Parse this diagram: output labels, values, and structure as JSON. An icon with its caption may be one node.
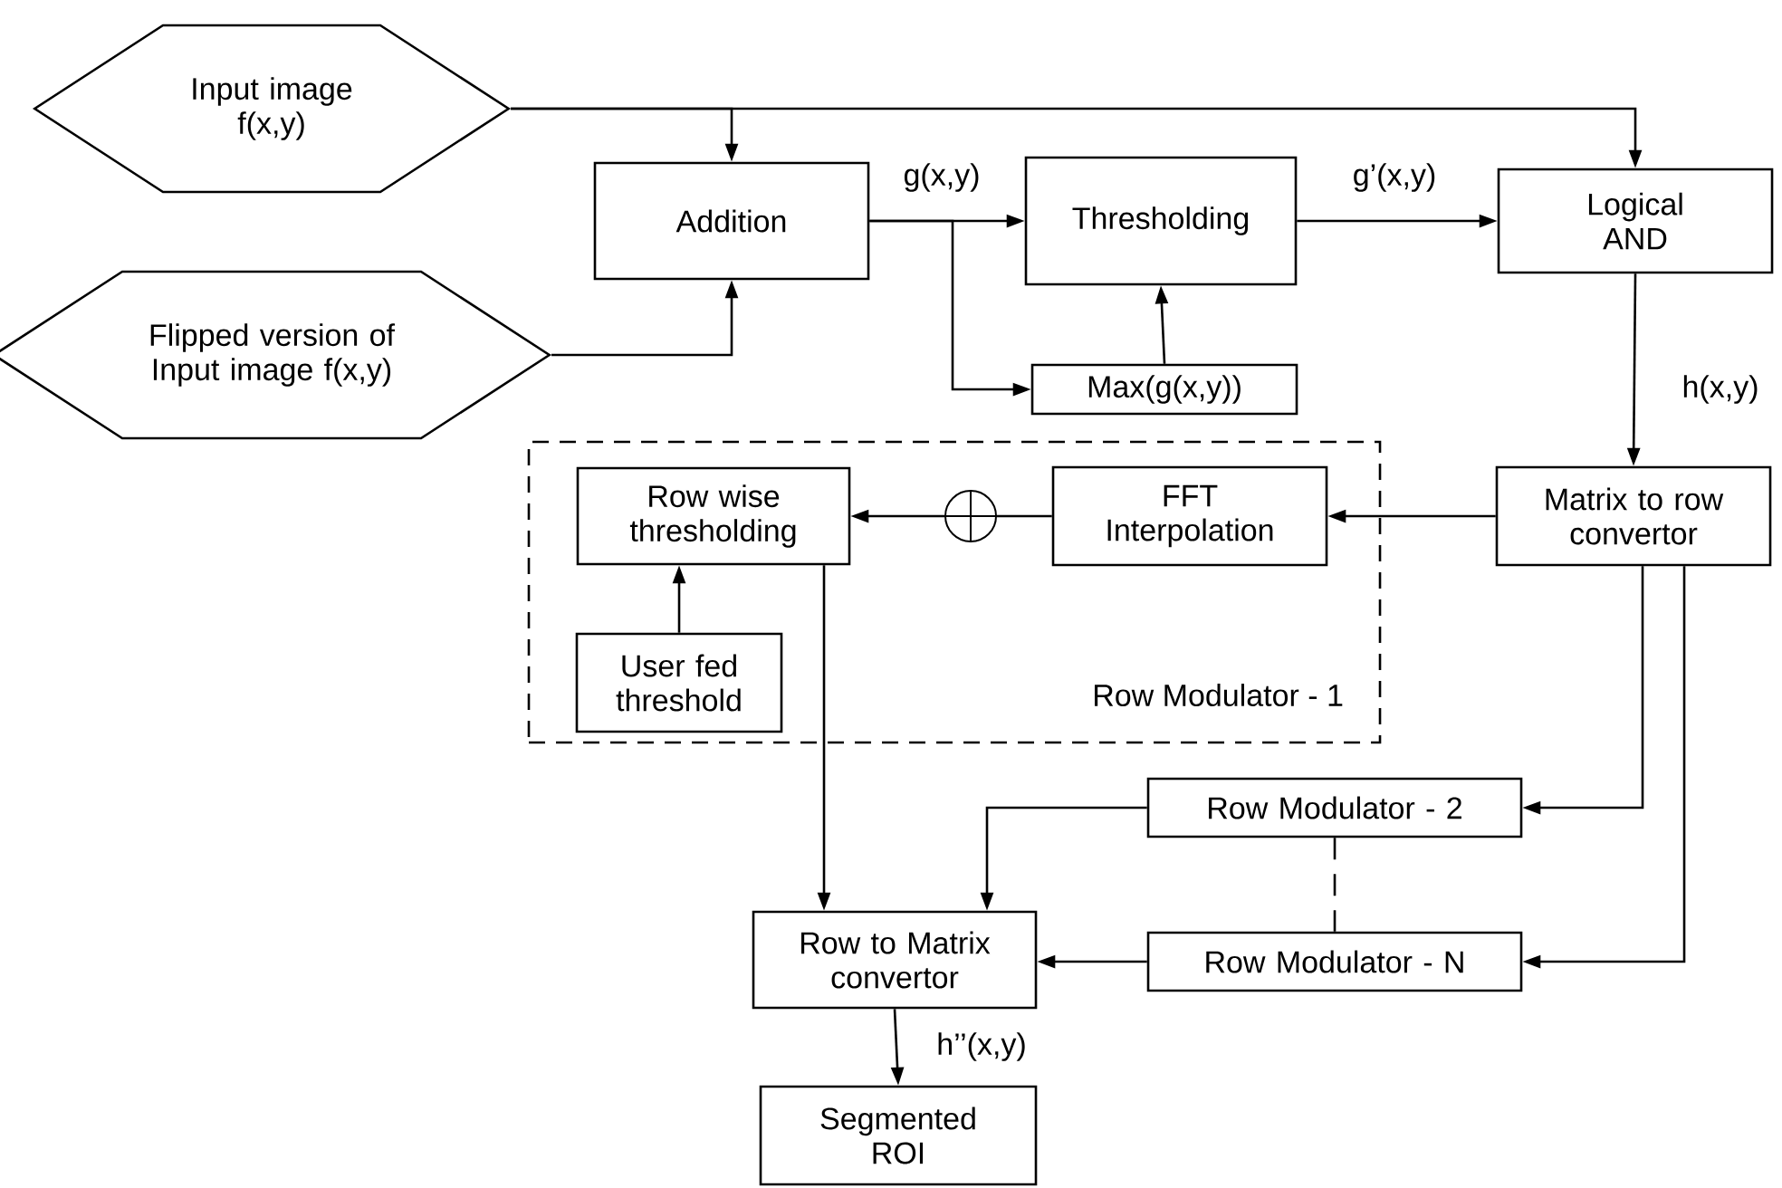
{
  "diagram": {
    "nodes": [
      {
        "text": [
          "Input image f(x,y)"
        ]
      },
      {
        "text": [
          "Flipped version of Input image f(x,y)"
        ]
      },
      {
        "text": [
          "Addition"
        ]
      },
      {
        "text": [
          "Thresholding"
        ]
      },
      {
        "text": [
          "Max(g(x,y))"
        ]
      },
      {
        "text": [
          "Logical AND"
        ]
      },
      {
        "text": [
          "Matrix to row convertor"
        ]
      },
      {
        "text": [
          "Row Modulator - 1"
        ]
      },
      {
        "text": [
          "Row wise thresholding"
        ],
        "in": 7
      },
      {
        "text": [
          "User fed threshold"
        ],
        "in": 7
      },
      {
        "text": [],
        "shape": "circle",
        "in": 7
      },
      {
        "text": [
          "FFT Interpolation"
        ],
        "in": 7
      },
      {
        "text": [
          "Row Modulator - 2"
        ]
      },
      {
        "text": [
          "Row Modulator - N"
        ]
      },
      {
        "text": [
          "Row to Matrix convertor"
        ]
      },
      {
        "text": [
          "Segmented ROI"
        ]
      }
    ],
    "edges": [
      {
        "from": 0,
        "to": 2,
        "arrow": "to"
      },
      {
        "from": 0,
        "to": 5,
        "arrow": "to"
      },
      {
        "from": 1,
        "to": 2,
        "arrow": "to"
      },
      {
        "from": 2,
        "to": 3,
        "arrow": "to",
        "label": "g(x,y)"
      },
      {
        "from": 2,
        "to": 4,
        "arrow": "to"
      },
      {
        "from": 4,
        "to": 3,
        "arrow": "to"
      },
      {
        "from": 3,
        "to": 5,
        "arrow": "to",
        "label": "g’(x,y)"
      },
      {
        "from": 5,
        "to": 6,
        "arrow": "to",
        "label": "h(x,y)"
      },
      {
        "from": 6,
        "to": 11,
        "arrow": "to"
      },
      {
        "from": 11,
        "to": 10,
        "arrow": "none"
      },
      {
        "from": 10,
        "to": 8,
        "arrow": "to"
      },
      {
        "from": 9,
        "to": 8,
        "arrow": "to"
      },
      {
        "from": 8,
        "to": 14,
        "arrow": "to"
      },
      {
        "from": 6,
        "to": 12,
        "arrow": "to"
      },
      {
        "from": 6,
        "to": 13,
        "arrow": "to"
      },
      {
        "from": 12,
        "to": 14,
        "arrow": "to"
      },
      {
        "from": 13,
        "to": 14,
        "arrow": "to"
      },
      {
        "from": 12,
        "to": 13,
        "arrow": "none",
        "style": "dashed"
      },
      {
        "from": 14,
        "to": 15,
        "arrow": "to",
        "label": "h’’(x,y)"
      }
    ]
  }
}
